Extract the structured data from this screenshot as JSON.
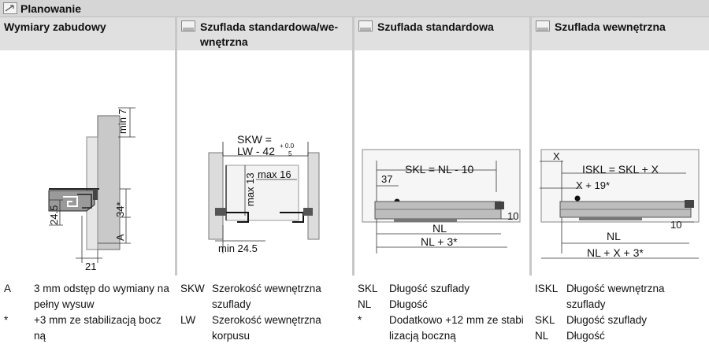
{
  "header": {
    "title": "Planowanie"
  },
  "columns": {
    "c1": {
      "title": "Wymiary zabudowy"
    },
    "c2": {
      "title_line1": "Szuflada standardowa/we-",
      "title_line2": "wnętrzna"
    },
    "c3": {
      "title": "Szuflada standardowa"
    },
    "c4": {
      "title": "Szuflada wewnętrzna"
    }
  },
  "diagram1": {
    "min7": "min 7",
    "d34": "34*",
    "d245": "24.5",
    "dA": "A",
    "d21": "21"
  },
  "diagram2": {
    "skw1": "SKW =",
    "skw2": "LW - 42",
    "tol_plus": "+ 0.0",
    "tol_minus": "5",
    "max16": "max 16",
    "max13": "max 13",
    "min245": "min 24.5"
  },
  "diagram3": {
    "skl": "SKL = NL - 10",
    "d37": "37",
    "d10": "10",
    "nl": "NL",
    "nl3": "NL + 3*"
  },
  "diagram4": {
    "x": "X",
    "iskl": "ISKL = SKL + X",
    "x19": "X + 19*",
    "d10": "10",
    "nl": "NL",
    "nlx3": "NL + X + 3*"
  },
  "legend": {
    "c1": [
      {
        "abbr": "A",
        "line1": "3 mm odstęp do wymiany na",
        "line2": "pełny wysuw"
      },
      {
        "abbr": "*",
        "line1": "+3 mm ze stabilizacją bocz",
        "line2": "ną"
      }
    ],
    "c2": [
      {
        "abbr": "SKW",
        "line1": "Szerokość wewnętrzna",
        "line2": "szuflady"
      },
      {
        "abbr": "LW",
        "line1": "Szerokość wewnętrzna",
        "line2": "korpusu"
      }
    ],
    "c3": [
      {
        "abbr": "SKL",
        "line1": "Długość szuflady"
      },
      {
        "abbr": "NL",
        "line1": "Długość"
      },
      {
        "abbr": "*",
        "line1": "Dodatkowo +12 mm ze stabi",
        "line2": "lizacją boczną"
      }
    ],
    "c4": [
      {
        "abbr": "ISKL",
        "line1": "Długość wewnętrzna",
        "line2": "szuflady"
      },
      {
        "abbr": "SKL",
        "line1": "Długość szuflady"
      },
      {
        "abbr": "NL",
        "line1": "Długość"
      }
    ]
  },
  "colors": {
    "header_bg": "#d6d6d6",
    "column_header_bg": "#e0e0e0",
    "separator": "#c8c8c8"
  }
}
